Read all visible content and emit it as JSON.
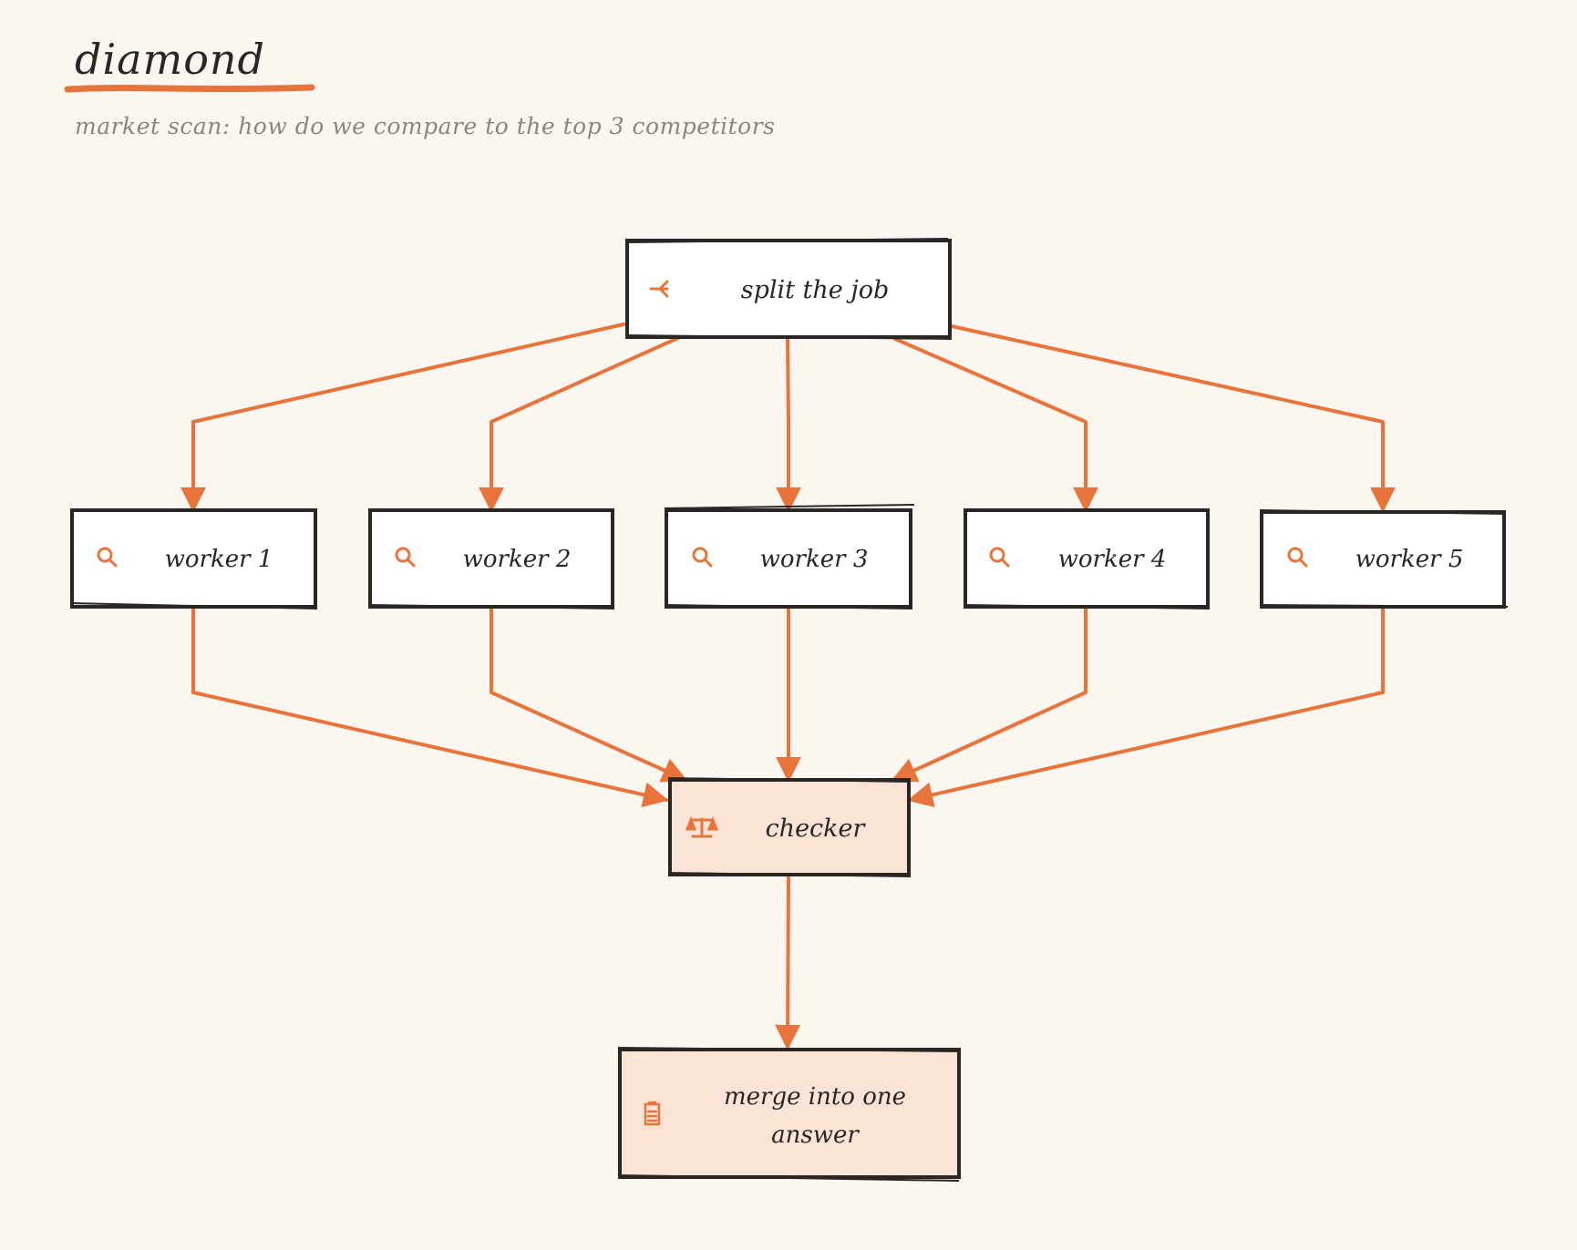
{
  "header": {
    "title": "diamond",
    "subtitle": "market scan: how do we compare to the top 3 competitors"
  },
  "colors": {
    "accent": "#e8743b",
    "ink": "#2a2623",
    "background": "#fbf6f0",
    "box_fill": "#ffffff",
    "box_fill_highlight": "#fbe4d6"
  },
  "nodes": {
    "split": {
      "label": "split the job",
      "icon": "split-icon"
    },
    "workers": [
      {
        "label": "worker 1",
        "icon": "search-icon"
      },
      {
        "label": "worker 2",
        "icon": "search-icon"
      },
      {
        "label": "worker 3",
        "icon": "search-icon"
      },
      {
        "label": "worker 4",
        "icon": "search-icon"
      },
      {
        "label": "worker 5",
        "icon": "search-icon"
      }
    ],
    "checker": {
      "label": "checker",
      "icon": "scale-icon"
    },
    "merge": {
      "label_lines": [
        "merge into one",
        "answer"
      ],
      "icon": "clipboard-icon"
    }
  }
}
